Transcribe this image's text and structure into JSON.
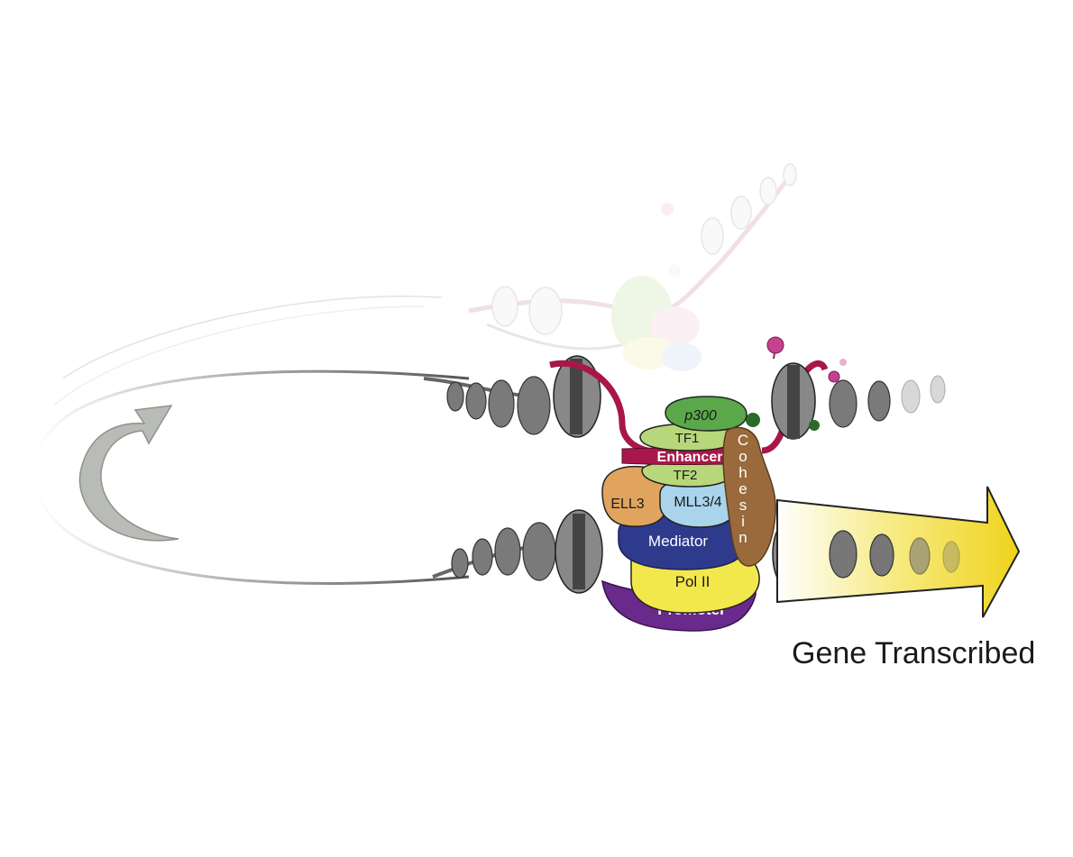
{
  "diagram": {
    "labels": {
      "p300": "p300",
      "tf1": "TF1",
      "enhancer": "Enhancer",
      "tf2": "TF2",
      "ell3": "ELL3",
      "mll": "MLL3/4",
      "mediator": "Mediator",
      "pol2": "Pol II",
      "promoter": "Promoter",
      "cohesin": "Cohesin"
    },
    "caption": "Gene Transcribed"
  },
  "colors": {
    "p300": "#5aa84a",
    "tf1": "#b7d77a",
    "enhancer": "#a8174a",
    "tf2": "#b7d77a",
    "ell3": "#e0a45e",
    "mll": "#a9d4ec",
    "mediator": "#2e3a8c",
    "pol2": "#f3e84b",
    "promoter": "#6a2a8c",
    "cohesin": "#9a6a3c",
    "arrow_yellow": "#f0d31c",
    "loop_arrow": "#a8aaa6"
  }
}
